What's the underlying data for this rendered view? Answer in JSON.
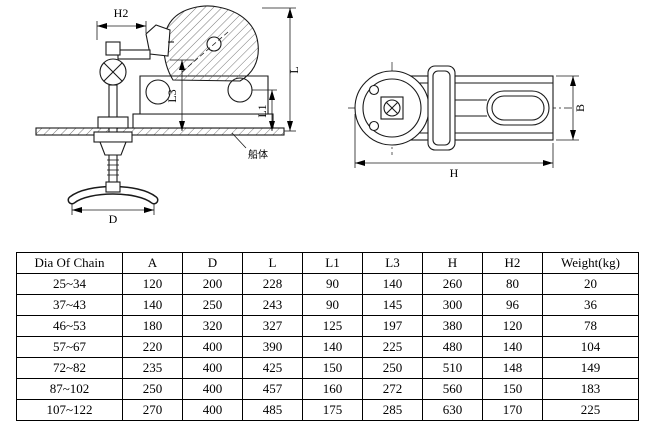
{
  "page": {
    "background": "#ffffff",
    "line_color": "#1a1a1a"
  },
  "drawing": {
    "front_view": {
      "dim_h2": "H2",
      "dim_l3": "L3",
      "dim_l": "L",
      "dim_l1": "L1",
      "dim_d": "D",
      "hull_label": "船体"
    },
    "side_view": {
      "dim_h": "H",
      "dim_b": "B"
    }
  },
  "table": {
    "headers": [
      "Dia Of Chain",
      "A",
      "D",
      "L",
      "L1",
      "L3",
      "H",
      "H2",
      "Weight(kg)"
    ],
    "rows": [
      [
        "25~34",
        "120",
        "200",
        "228",
        "90",
        "140",
        "260",
        "80",
        "20"
      ],
      [
        "37~43",
        "140",
        "250",
        "243",
        "90",
        "145",
        "300",
        "96",
        "36"
      ],
      [
        "46~53",
        "180",
        "320",
        "327",
        "125",
        "197",
        "380",
        "120",
        "78"
      ],
      [
        "57~67",
        "220",
        "400",
        "390",
        "140",
        "225",
        "480",
        "140",
        "104"
      ],
      [
        "72~82",
        "235",
        "400",
        "425",
        "150",
        "250",
        "510",
        "148",
        "149"
      ],
      [
        "87~102",
        "250",
        "400",
        "457",
        "160",
        "272",
        "560",
        "150",
        "183"
      ],
      [
        "107~122",
        "270",
        "400",
        "485",
        "175",
        "285",
        "630",
        "170",
        "225"
      ]
    ]
  }
}
